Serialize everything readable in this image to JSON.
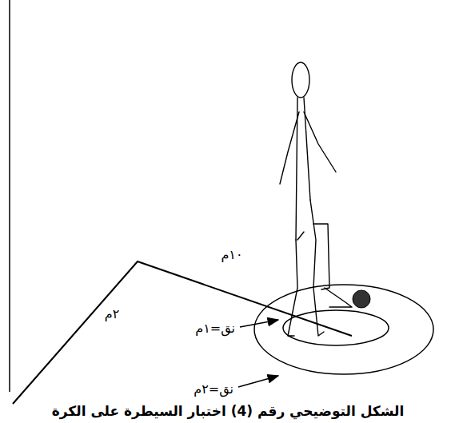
{
  "diagram": {
    "caption": "الشكل التوضيحي رقم (4) اختبار السيطرة على الكرة",
    "labels": [
      "١٠م",
      "٢م",
      "نق=١م",
      "نق=٢م"
    ]
  }
}
